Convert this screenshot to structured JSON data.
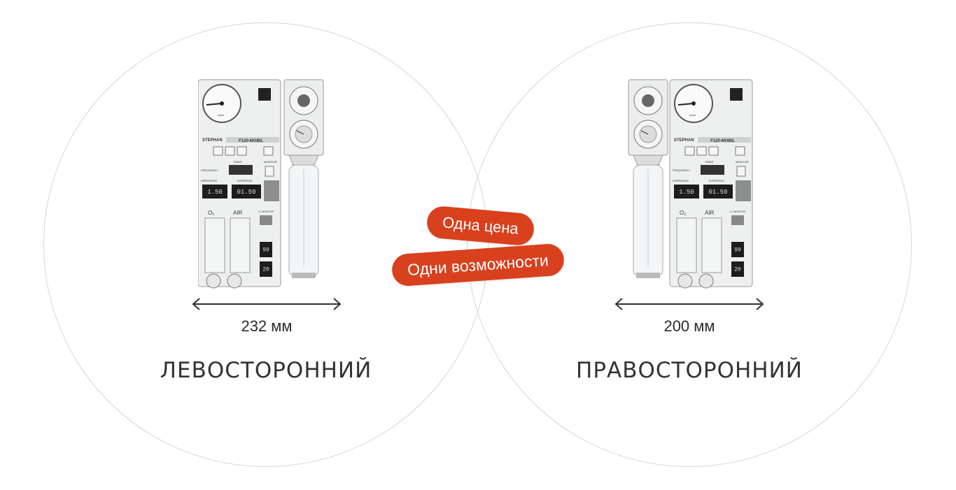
{
  "badges": {
    "price": "Одна цена",
    "features": "Одни возможности"
  },
  "left": {
    "dimension": "232 мм",
    "title": "ЛЕВОСТОРОННИЙ"
  },
  "right": {
    "dimension": "200 мм",
    "title": "ПРАВОСТОРОННИЙ"
  },
  "device": {
    "brand": "STEPHAN",
    "model": "F120-MOBIL",
    "timer": "TIMER",
    "frequency": "FREQUENCY",
    "monitor": "MONITOR",
    "inspiration": "INSPIRATION",
    "expiration": "EXPIRATION",
    "insp_value": "1.50",
    "exp_value": "01.50",
    "o2": "O₂",
    "air": "AIR",
    "o2_monitor": "O₂ MONITOR",
    "display_1": "99",
    "display_2": "20",
    "gauge_unit": "mbar"
  },
  "colors": {
    "accent": "#d8401e",
    "text": "#333333",
    "circle": "#d6d6d6"
  }
}
